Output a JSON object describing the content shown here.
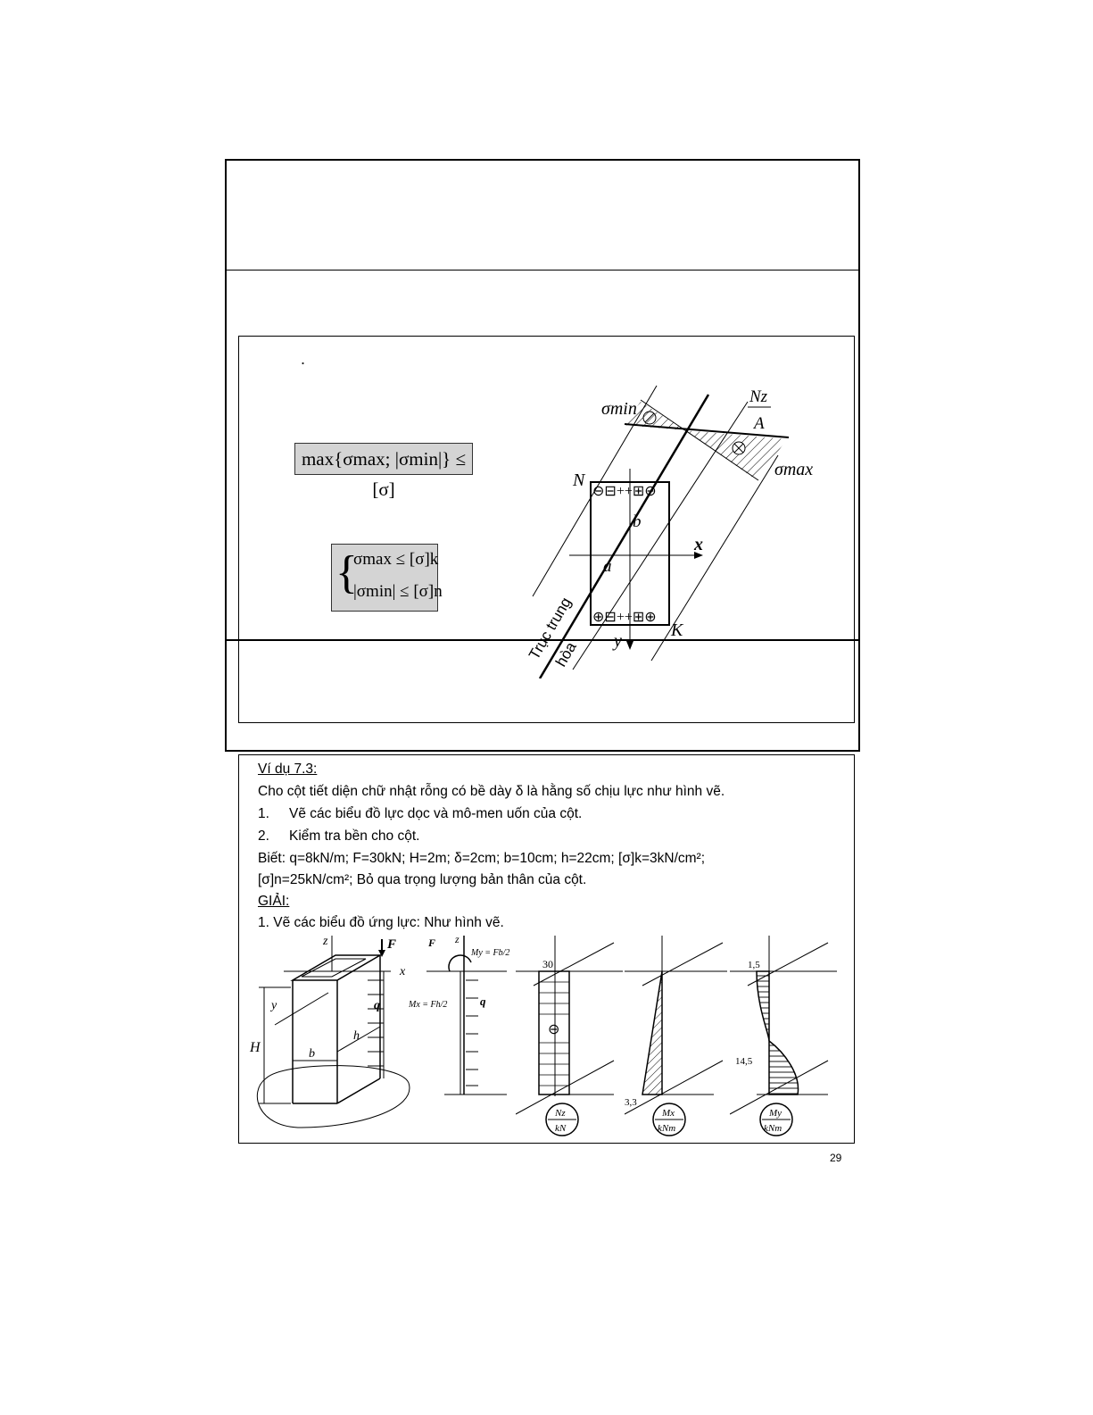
{
  "slide_top": {
    "dot": "."
  },
  "formulas": {
    "combined": "max{σmax; |σmin|} ≤ [σ]",
    "separate_line1": "σmax ≤ [σ]k",
    "separate_line2": "|σmin| ≤ [σ]n"
  },
  "stress_diagram": {
    "sigma_min": "σmin",
    "sigma_max": "σmax",
    "nz_over_a_num": "Nz",
    "nz_over_a_den": "A",
    "label_N": "N",
    "label_K": "K",
    "label_b": "b",
    "label_a": "a",
    "axis_x": "x",
    "axis_y": "y",
    "neutral_axis_line1": "Trục trung",
    "neutral_axis_line2": "hòa",
    "top_marks": "⊖⊟++⊞⊖",
    "bottom_marks": "⊕⊟++⊞⊕"
  },
  "example": {
    "title": "Ví dụ 7.3:",
    "intro": "Cho cột tiết diện chữ nhật rỗng có bề dày δ là hằng số chịu lực như hình vẽ.",
    "item1_num": "1.",
    "item1": "Vẽ các biểu đồ lực dọc và mô-men uốn của cột.",
    "item2_num": "2.",
    "item2": "Kiểm tra bền cho cột.",
    "given_line1": "Biết:   q=8kN/m;   F=30kN;   H=2m;   δ=2cm;   b=10cm;   h=22cm;   [σ]k=3kN/cm²;",
    "given_line2": "[σ]n=25kN/cm²; Bỏ qua trọng lượng bản thân của cột.",
    "solution_label": "GIẢI:",
    "solution_step1": "1. Vẽ các biểu đồ ứng lực: Như hình vẽ."
  },
  "figures": {
    "col_labels": {
      "z": "z",
      "F": "F",
      "x": "x",
      "y": "y",
      "q": "q",
      "H": "H",
      "b": "b",
      "h": "h"
    },
    "free_body": {
      "F": "F",
      "z": "z",
      "My": "My = Fb/2",
      "Mx": "Mx = Fh/2",
      "q": "q"
    },
    "nz_diagram": {
      "value": "30",
      "sign": "⊖",
      "unit_num": "Nz",
      "unit_den": "kN"
    },
    "mx_diagram": {
      "value": "3,3",
      "unit_num": "Mx",
      "unit_den": "kNm"
    },
    "my_diagram": {
      "value_top": "1,5",
      "value_mid": "14,5",
      "unit_num": "My",
      "unit_den": "kNm"
    }
  },
  "page_number": "29"
}
